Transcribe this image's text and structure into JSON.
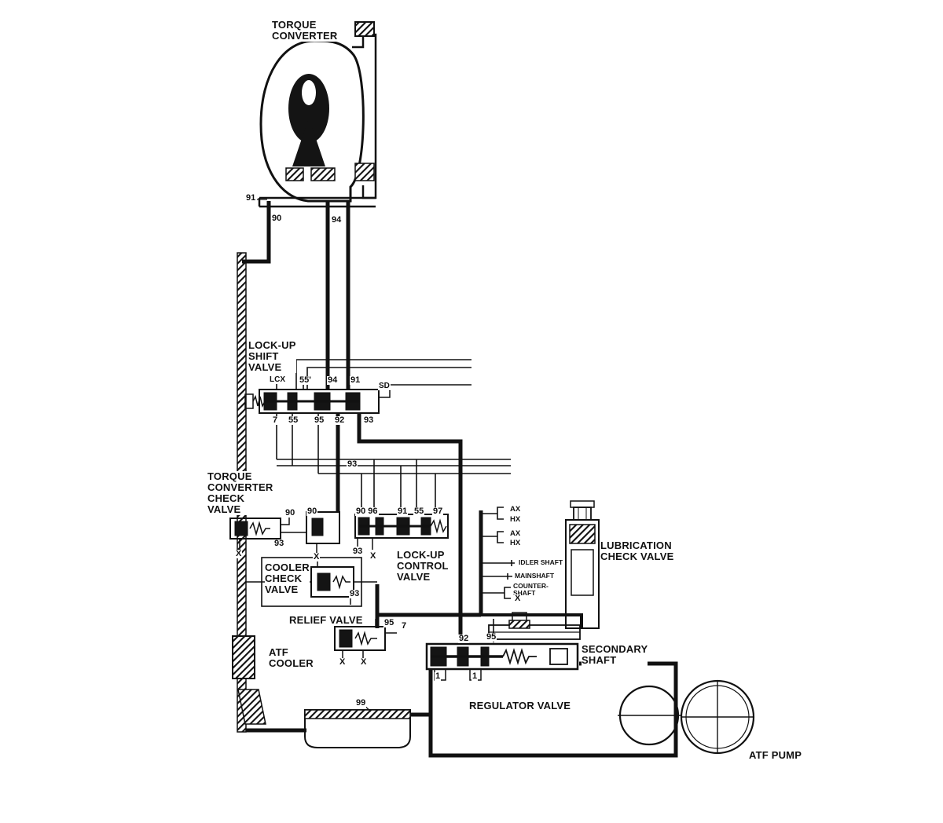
{
  "components": {
    "torque_converter": "TORQUE\nCONVERTER",
    "lockup_shift_valve": "LOCK-UP\nSHIFT\nVALVE",
    "torque_converter_check_valve": "TORQUE\nCONVERTER\nCHECK\nVALVE",
    "cooler_check_valve": "COOLER\nCHECK\nVALVE",
    "lockup_control_valve": "LOCK-UP\nCONTROL\nVALVE",
    "relief_valve": "RELIEF VALVE",
    "atf_cooler": "ATF\nCOOLER",
    "regulator_valve": "REGULATOR VALVE",
    "lubrication_check_valve": "LUBRICATION\nCHECK VALVE",
    "secondary_shaft": "SECONDARY\nSHAFT",
    "atf_pump": "ATF PUMP"
  },
  "shafts": {
    "idler": "IDLER SHAFT",
    "main": "MAINSHAFT",
    "counter": "COUNTER-\nSHAFT"
  },
  "ports": {
    "tc_91": "91",
    "tc_90": "90",
    "tc_94": "94",
    "sv_lcx": "LCX",
    "sv_55p": "55'",
    "sv_94": "94",
    "sv_91": "91",
    "sv_sd": "SD",
    "sv_7": "7",
    "sv_55": "55",
    "sv_95": "95",
    "sv_92": "92",
    "sv_93": "93",
    "line_93": "93",
    "tccv_90": "90",
    "cv90_90": "90",
    "lcv_9096": "90 96",
    "lcv_91": "91",
    "lcv_55": "55",
    "lcv_97": "97",
    "tccv_93": "93",
    "tccv_x": "X",
    "cv90_x": "X",
    "mid_93": "93",
    "mid_x": "X",
    "coolcv_93": "93",
    "rv_95": "95",
    "rv_7": "7",
    "rv_x1": "X",
    "rv_x2": "X",
    "reg_92": "92",
    "reg_95": "95",
    "reg_1a": "1",
    "reg_1b": "1",
    "pan_99": "99",
    "ax1": "AX",
    "hx1": "HX",
    "ax2": "AX",
    "hx2": "HX",
    "cs_x": "X"
  }
}
